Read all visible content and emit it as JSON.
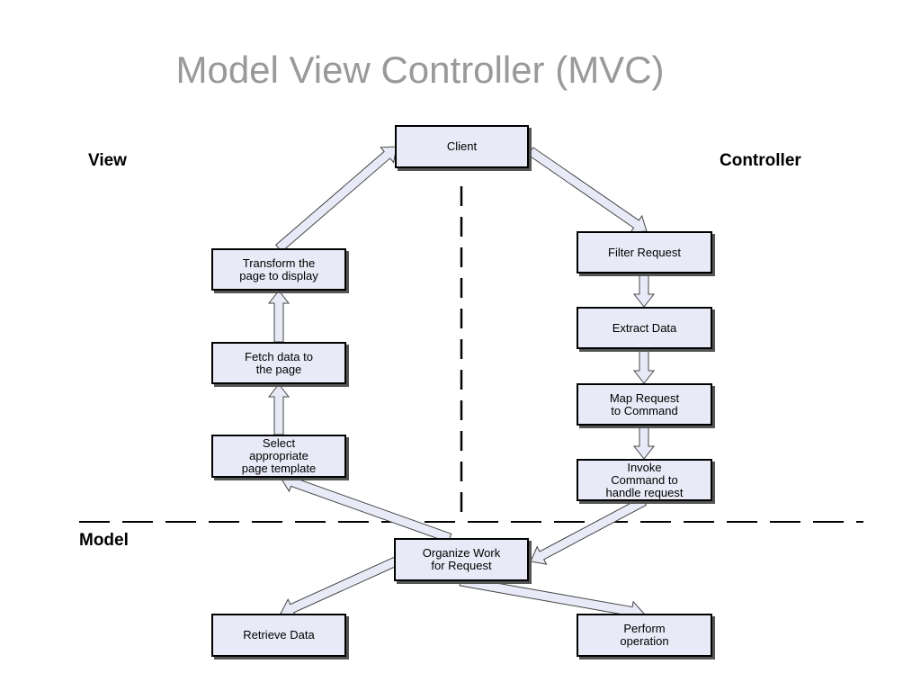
{
  "title": "Model View Controller (MVC)",
  "sections": {
    "view": "View",
    "controller": "Controller",
    "model": "Model"
  },
  "nodes": {
    "client": "Client",
    "filter_request": "Filter Request",
    "extract_data": "Extract Data",
    "map_request": "Map Request\nto Command",
    "invoke_command": "Invoke\nCommand to\nhandle request",
    "transform_page": "Transform the\npage to display",
    "fetch_data": "Fetch data to\nthe page",
    "select_template": "Select\nappropriate\npage template",
    "organize_work": "Organize Work\nfor Request",
    "retrieve_data": "Retrieve Data",
    "perform_operation": "Perform\noperation"
  },
  "colors": {
    "node_fill": "#e8ebf7",
    "arrow_fill": "#e8ebf7",
    "title": "#999999"
  }
}
